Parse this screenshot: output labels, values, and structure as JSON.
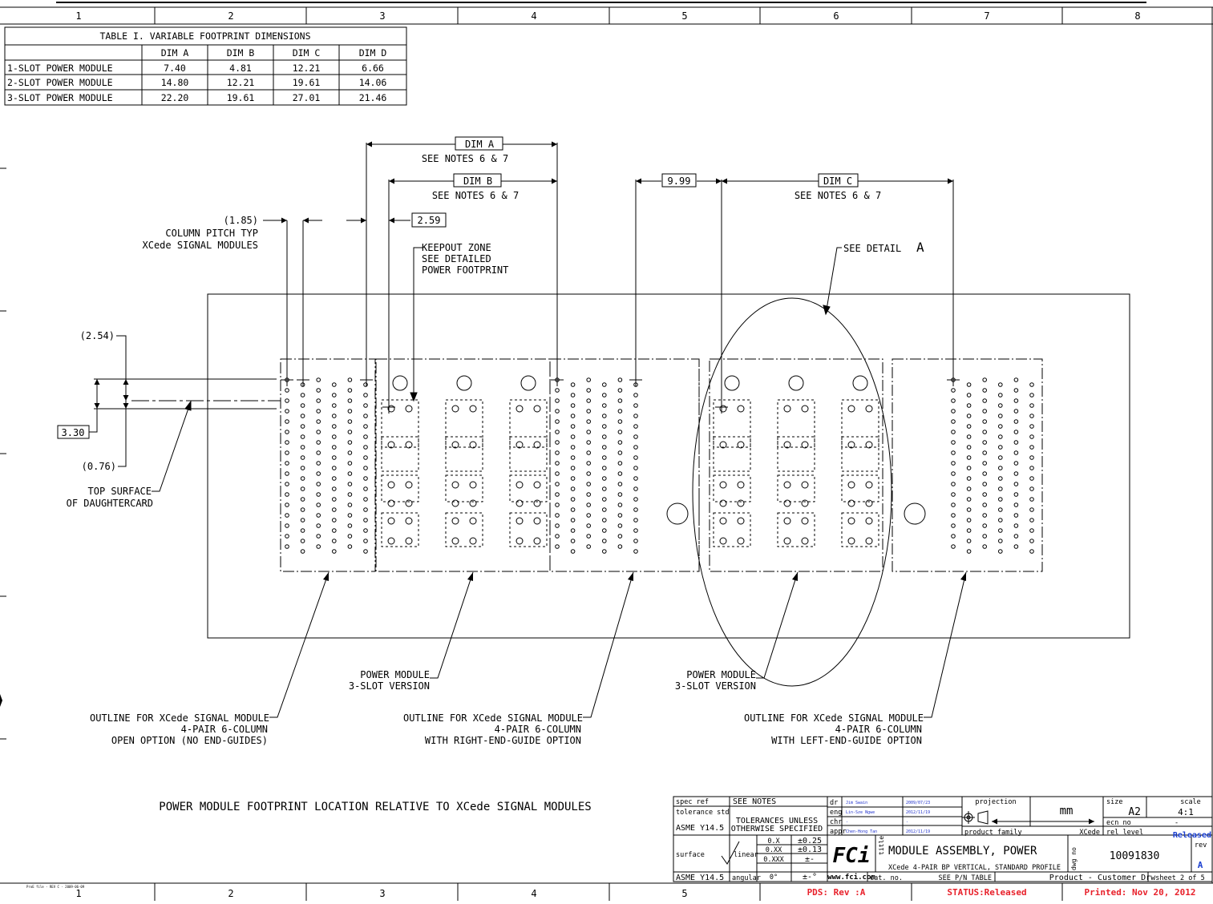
{
  "zone_columns": [
    "1",
    "2",
    "3",
    "4",
    "5",
    "6",
    "7",
    "8"
  ],
  "table": {
    "title": "TABLE I. VARIABLE FOOTPRINT DIMENSIONS",
    "headers": [
      "",
      "DIM A",
      "DIM B",
      "DIM C",
      "DIM D"
    ],
    "rows": [
      [
        "1-SLOT POWER MODULE",
        "7.40",
        "4.81",
        "12.21",
        "6.66"
      ],
      [
        "2-SLOT POWER MODULE",
        "14.80",
        "12.21",
        "19.61",
        "14.06"
      ],
      [
        "3-SLOT POWER MODULE",
        "22.20",
        "19.61",
        "27.01",
        "21.46"
      ]
    ]
  },
  "dims": {
    "dim_a": "DIM A",
    "dim_b": "DIM B",
    "dim_c": "DIM C",
    "see_notes": "SEE NOTES 6 & 7",
    "gap_9_99": "9.99",
    "gap_2_59": "2.59",
    "col_pitch_val": "(1.85)",
    "col_pitch_l1": "COLUMN PITCH TYP",
    "col_pitch_l2": "XCede SIGNAL MODULES",
    "keepout_l1": "KEEPOUT ZONE",
    "keepout_l2": "SEE DETAILED",
    "keepout_l3": "POWER FOOTPRINT",
    "see_detail": "SEE DETAIL",
    "detail_letter": "A",
    "v_2_54": "(2.54)",
    "v_3_30": "3.30",
    "v_0_76": "(0.76)",
    "top_surface_l1": "TOP SURFACE",
    "top_surface_l2": "OF DAUGHTERCARD"
  },
  "callouts": {
    "power_l1": "POWER MODULE",
    "power_l2": "3-SLOT VERSION",
    "outline_l1": "OUTLINE FOR XCede SIGNAL MODULE",
    "outline_l2": "4-PAIR 6-COLUMN",
    "open_option": "OPEN OPTION (NO END-GUIDES)",
    "right_guide": "WITH RIGHT-END-GUIDE OPTION",
    "left_guide": "WITH LEFT-END-GUIDE OPTION"
  },
  "caption": "POWER MODULE FOOTPRINT LOCATION RELATIVE TO XCede SIGNAL MODULES",
  "title_block": {
    "spec_ref": "spec ref",
    "spec_ref_val": "SEE NOTES",
    "tolerance_std": "tolerance std",
    "tol_l1": "TOLERANCES UNLESS",
    "tol_l2": "OTHERWISE SPECIFIED",
    "asme1": "ASME Y14.5",
    "asme2": "ASME Y14.5",
    "surface": "surface",
    "linear": "linear",
    "angular": "angular",
    "tol_x": "0.X",
    "tol_x_val": "±0.25",
    "tol_xx": "0.XX",
    "tol_xx_val": "±0.13",
    "tol_xxx": "0.XXX",
    "tol_xxx_val": "±-",
    "tol_ang": "0°",
    "tol_ang_val": "±-°",
    "dr": "dr",
    "eng": "eng",
    "chr": "chr",
    "appr": "appr",
    "dr_name": "Jim Swain",
    "dr_date": "2009/07/23",
    "eng_name": "Lin-Sze Ngwe",
    "eng_date": "2012/11/19",
    "chr_name": "-",
    "chr_date": "-",
    "appr_name": "Chen-Hong Tan",
    "appr_date": "2012/11/19",
    "projection": "projection",
    "units": "mm",
    "size_label": "size",
    "size": "A2",
    "scale_label": "scale",
    "scale": "4:1",
    "ecn_no": "ecn no",
    "ecn_val": "-",
    "product_family": "product family",
    "product_family_val": "XCede",
    "rel_level": "rel level",
    "rel_level_val": "Released",
    "logo_text": "FCi",
    "website": "www.fci.com",
    "title_label": "title",
    "title_main": "MODULE ASSEMBLY, POWER",
    "title_sub": "XCede 4-PAIR BP VERTICAL, STANDARD PROFILE",
    "dwg_no_label": "dwg no",
    "dwg_no": "10091830",
    "rev_label": "rev",
    "rev": "A",
    "cat_no": "cat. no.",
    "see_pn": "SEE P/N TABLE",
    "drw_type": "Product - Customer Drw",
    "sheet": "sheet 2 of 5"
  },
  "footer": {
    "proe": "ProE file - REV C - 2009-06-09",
    "pds": "PDS: Rev :A",
    "status": "STATUS:Released",
    "printed": "Printed: Nov 20, 2012"
  },
  "colors": {
    "line": "#000000",
    "status_red": "#e8212b",
    "released_blue": "#1a3fd0",
    "name_blue": "#2233cc"
  }
}
